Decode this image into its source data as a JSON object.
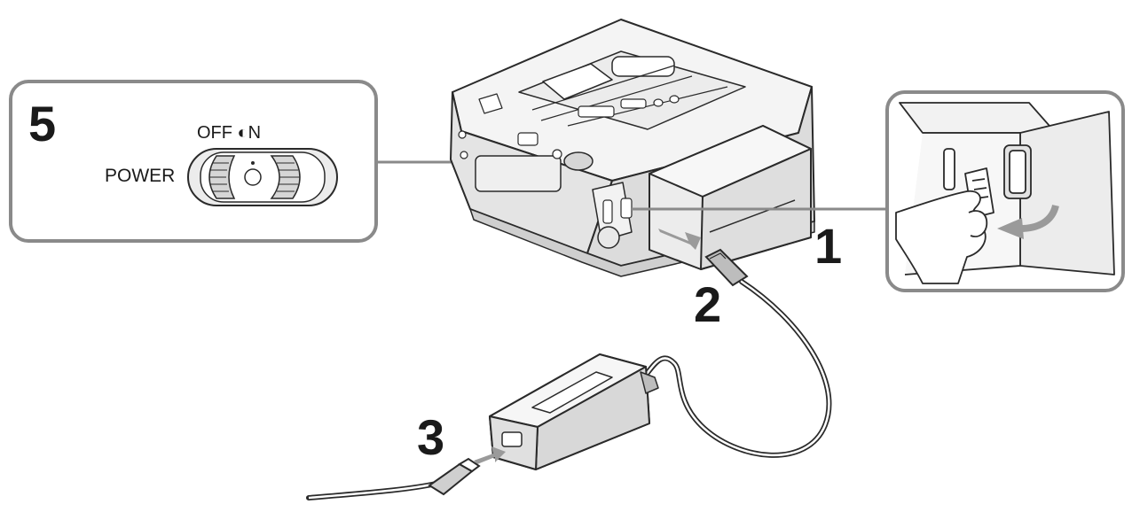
{
  "steps": {
    "one": "1",
    "two": "2",
    "three": "3",
    "five": "5"
  },
  "power_switch": {
    "label": "POWER",
    "positions": "OFF ◐N"
  },
  "colors": {
    "line": "#2a2a2a",
    "frame": "#8a8a8a",
    "fill_light": "#ececec",
    "fill_mid": "#d6d6d6",
    "fill_dark": "#bdbdbd",
    "arrow": "#9a9a9a"
  }
}
